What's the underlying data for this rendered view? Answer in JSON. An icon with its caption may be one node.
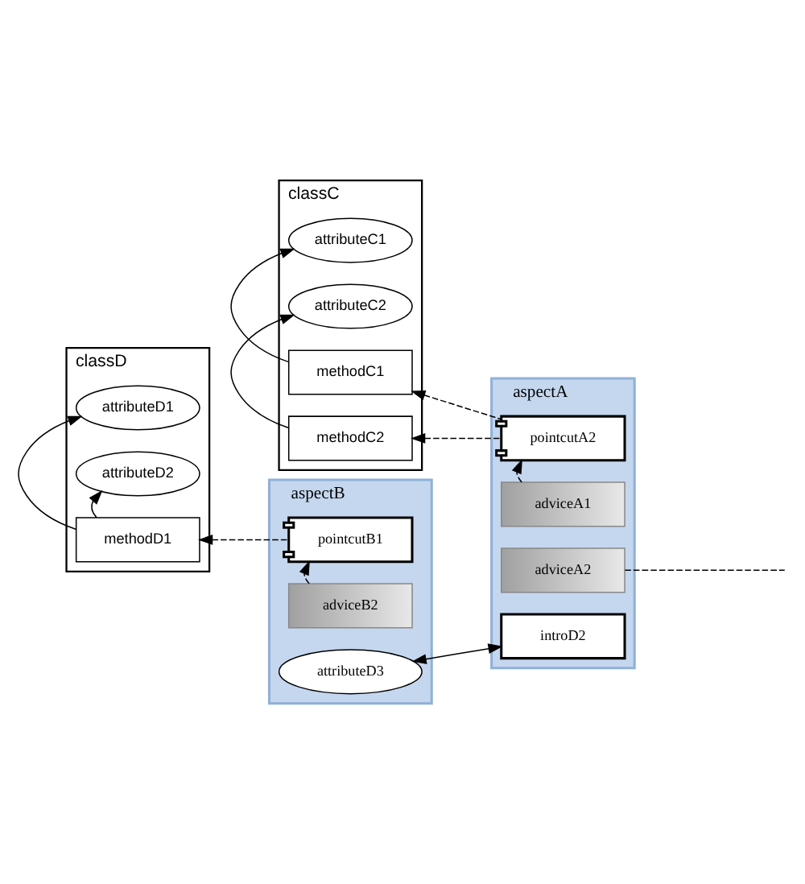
{
  "diagram": {
    "nodes": [
      {
        "text": [
          "classC"
        ]
      },
      {
        "text": [
          "attributeC1"
        ],
        "in": 0
      },
      {
        "text": [
          "attributeC2"
        ],
        "in": 0
      },
      {
        "text": [
          "methodC1"
        ],
        "in": 0
      },
      {
        "text": [
          "methodC2"
        ],
        "in": 0
      },
      {
        "text": [
          "classD"
        ]
      },
      {
        "text": [
          "attributeD1"
        ],
        "in": 5
      },
      {
        "text": [
          "attributeD2"
        ],
        "in": 5
      },
      {
        "text": [
          "methodD1"
        ],
        "in": 5
      },
      {
        "text": [
          "aspectA"
        ]
      },
      {
        "text": [
          "pointcutA2"
        ],
        "in": 9
      },
      {
        "text": [
          "adviceA1"
        ],
        "in": 9
      },
      {
        "text": [
          "adviceA2"
        ],
        "in": 9
      },
      {
        "text": [
          "introD2"
        ],
        "in": 9
      },
      {
        "text": [
          "aspectB"
        ]
      },
      {
        "text": [
          "pointcutB1"
        ],
        "in": 14
      },
      {
        "text": [
          "adviceB2"
        ],
        "in": 14
      },
      {
        "text": [
          "attributeD3"
        ],
        "in": 14
      }
    ],
    "edges": [
      {
        "from": 3,
        "to": 1,
        "arrow": "to"
      },
      {
        "from": 4,
        "to": 2,
        "arrow": "to"
      },
      {
        "from": 8,
        "to": 6,
        "arrow": "to"
      },
      {
        "from": 8,
        "to": 7,
        "arrow": "to"
      },
      {
        "from": 10,
        "to": 3,
        "arrow": "to",
        "style": "dashed"
      },
      {
        "from": 10,
        "to": 4,
        "arrow": "to",
        "style": "dashed"
      },
      {
        "from": 11,
        "to": 10,
        "arrow": "to",
        "style": "dashed"
      },
      {
        "from": 12,
        "to": null,
        "arrow": "none",
        "style": "dashed"
      },
      {
        "from": 13,
        "to": 17,
        "arrow": "both"
      },
      {
        "from": 15,
        "to": 8,
        "arrow": "to",
        "style": "dashed"
      },
      {
        "from": 16,
        "to": 15,
        "arrow": "to",
        "style": "dashed"
      }
    ]
  }
}
